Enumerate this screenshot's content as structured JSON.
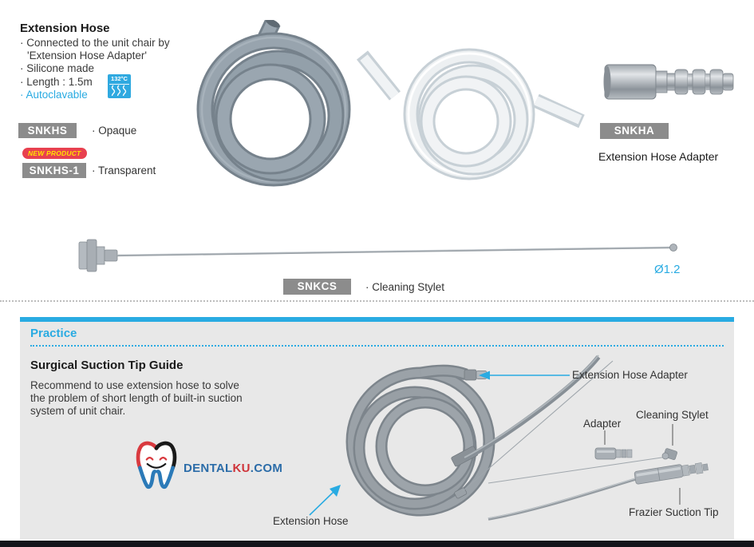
{
  "intro": {
    "title": "Extension Hose",
    "bullets": [
      "· Connected to the unit chair by",
      "'Extension Hose Adapter'",
      "· Silicone made",
      "· Length : 1.5m",
      "· Autoclavable"
    ],
    "autoclave_temp": "132°C"
  },
  "products": {
    "snkhs": {
      "code": "SNKHS",
      "desc": "· Opaque"
    },
    "snkhs1": {
      "code": "SNKHS-1",
      "desc": "· Transparent",
      "new_badge": "NEW PRODUCT"
    },
    "snkha": {
      "code": "SNKHA",
      "name": "Extension Hose Adapter"
    },
    "snkcs": {
      "code": "SNKCS",
      "desc": "· Cleaning Stylet",
      "diameter": "Ø1.2"
    }
  },
  "practice": {
    "header": "Practice",
    "guide_title": "Surgical Suction Tip Guide",
    "guide_lines": [
      "Recommend to use extension hose to solve",
      "the problem of short length of built-in suction",
      "system of unit chair."
    ],
    "labels": {
      "extension_hose_adapter": "Extension Hose Adapter",
      "adapter": "Adapter",
      "cleaning_stylet": "Cleaning Stylet",
      "frazier_suction_tip": "Frazier Suction Tip",
      "extension_hose": "Extension Hose"
    },
    "logo": {
      "dental": "DENTAL",
      "ku": "KU",
      "com": ".COM"
    }
  },
  "colors": {
    "accent": "#29ABE2",
    "badge_gray": "#8C8C8C",
    "new_badge_bg": "#E8414F",
    "new_badge_text": "#FFE100"
  }
}
